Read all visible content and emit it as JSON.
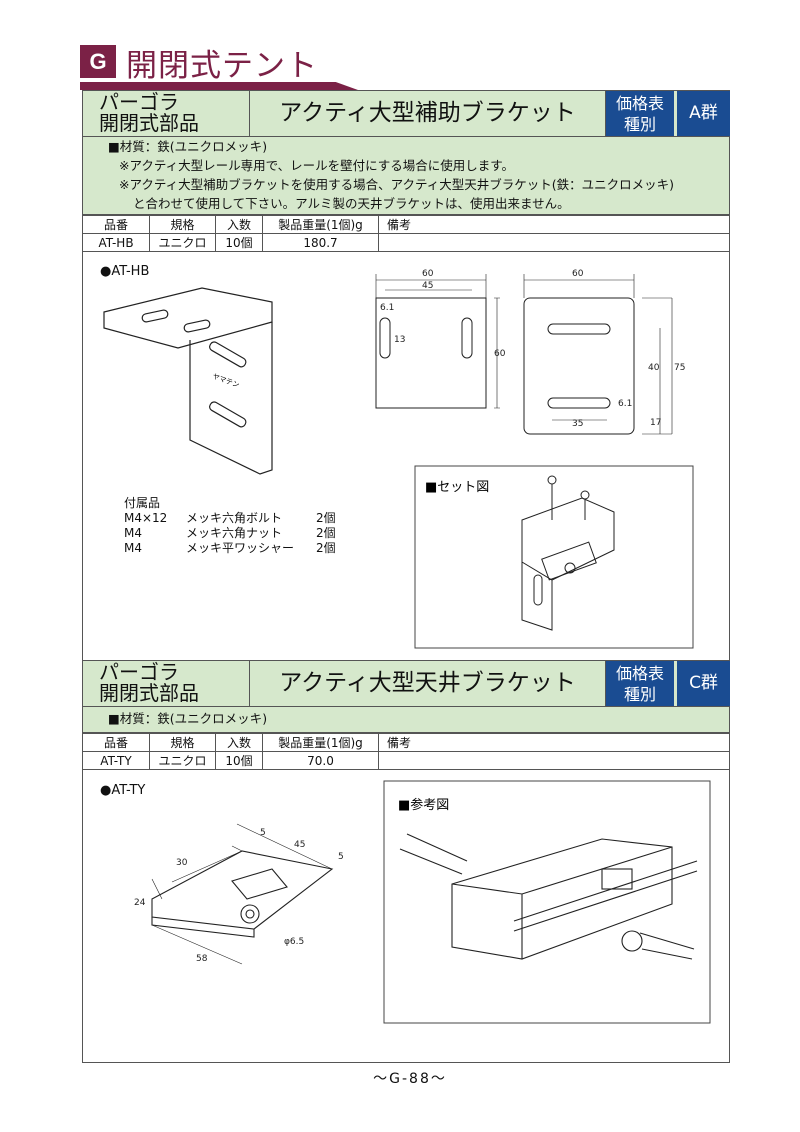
{
  "chapter": {
    "letter": "G",
    "title": "開閉式テント"
  },
  "sections": [
    {
      "category": [
        "パーゴラ",
        "開閉式部品"
      ],
      "product_name": "アクティ大型補助ブラケット",
      "price_label": [
        "価格表",
        "種別"
      ],
      "group": "A群",
      "material": "■材質：鉄(ユニクロメッキ)",
      "notes": [
        "※アクティ大型レール専用で、レールを壁付にする場合に使用します。",
        "※アクティ大型補助ブラケットを使用する場合、アクティ大型天井ブラケット(鉄：ユニクロメッキ)",
        "と合わせて使用して下さい。アルミ製の天井ブラケットは、使用出来ません。"
      ],
      "table": {
        "headers": [
          "品番",
          "規格",
          "入数",
          "製品重量(1個)g",
          "備考"
        ],
        "row": [
          "AT-HB",
          "ユニクロ",
          "10個",
          "180.7",
          ""
        ]
      },
      "figure_label": "●AT-HB",
      "brand_mark": "ヤマテン",
      "dimensions": [
        "60",
        "45",
        "6.1",
        "13",
        "60",
        "60",
        "40",
        "75",
        "6.1",
        "35",
        "17"
      ],
      "set_label": "■セット図",
      "accessories": {
        "title": "付属品",
        "items": [
          [
            "M4×12",
            "メッキ六角ボルト",
            "2個"
          ],
          [
            "M4",
            "メッキ六角ナット",
            "2個"
          ],
          [
            "M4",
            "メッキ平ワッシャー",
            "2個"
          ]
        ]
      }
    },
    {
      "category": [
        "パーゴラ",
        "開閉式部品"
      ],
      "product_name": "アクティ大型天井ブラケット",
      "price_label": [
        "価格表",
        "種別"
      ],
      "group": "C群",
      "material": "■材質：鉄(ユニクロメッキ)",
      "table": {
        "headers": [
          "品番",
          "規格",
          "入数",
          "製品重量(1個)g",
          "備考"
        ],
        "row": [
          "AT-TY",
          "ユニクロ",
          "10個",
          "70.0",
          ""
        ]
      },
      "figure_label": "●AT-TY",
      "dimensions": [
        "5",
        "45",
        "5",
        "30",
        "24",
        "58",
        "φ6.5"
      ],
      "reference_label": "■参考図"
    }
  ],
  "footer": "～G-88～"
}
